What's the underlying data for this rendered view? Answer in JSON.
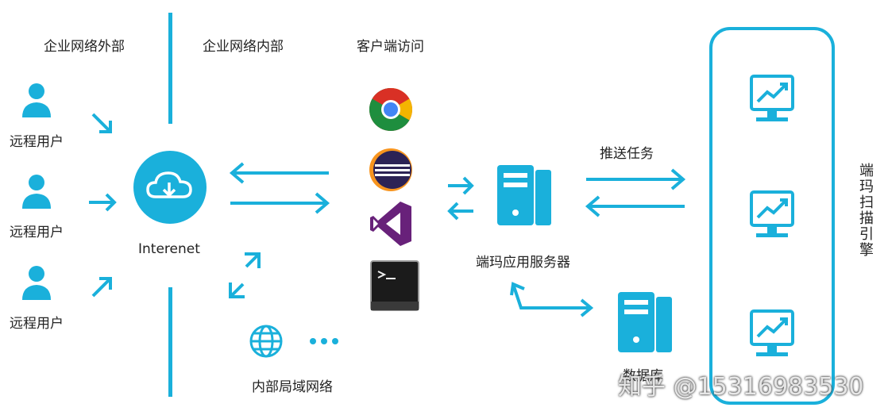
{
  "sections": {
    "outside": "企业网络外部",
    "inside": "企业网络内部",
    "client_access": "客户端访问"
  },
  "remote_users": [
    "远程用户",
    "远程用户",
    "远程用户"
  ],
  "internet_label": "Interenet",
  "lan_label": "内部局域网络",
  "app_server_label": "端玛应用服务器",
  "push_task_label": "推送任务",
  "scan_engine_label": "端玛扫描引擎",
  "db_label": "数据库",
  "watermark": "知乎 @15316983530",
  "clients": [
    "chrome-icon",
    "eclipse-icon",
    "visual-studio-icon",
    "terminal-icon"
  ],
  "colors": {
    "accent": "#1ab0db",
    "dark": "#1b1b1b"
  }
}
